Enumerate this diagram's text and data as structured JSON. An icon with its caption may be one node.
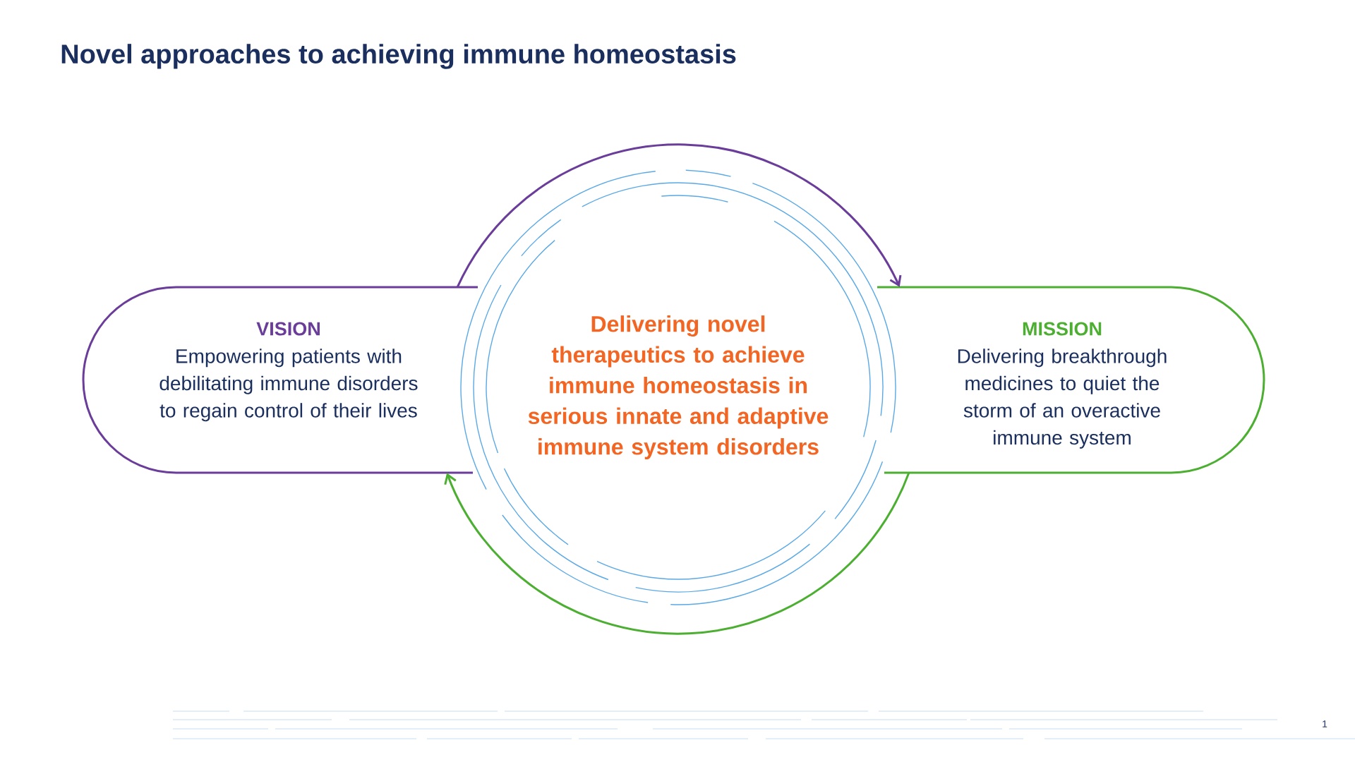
{
  "diagram": {
    "title": "Novel approaches to achieving immune homeostasis",
    "nodes": [
      {
        "text": [
          "VISION",
          "Empowering patients with debilitating immune disorders to regain control of their lives"
        ]
      },
      {
        "text": [
          "Delivering novel therapeutics to achieve immune homeostasis in serious innate and adaptive immune system disorders"
        ]
      },
      {
        "text": [
          "MISSION",
          "Delivering breakthrough medicines to quiet the storm of an overactive immune system"
        ]
      }
    ],
    "edges": [
      {
        "from": 0,
        "to": 2,
        "arrow": "to",
        "color": "#6a3d9a"
      },
      {
        "from": 2,
        "to": 0,
        "arrow": "to",
        "color": "#4caf32"
      }
    ],
    "labels": [
      "1"
    ]
  }
}
